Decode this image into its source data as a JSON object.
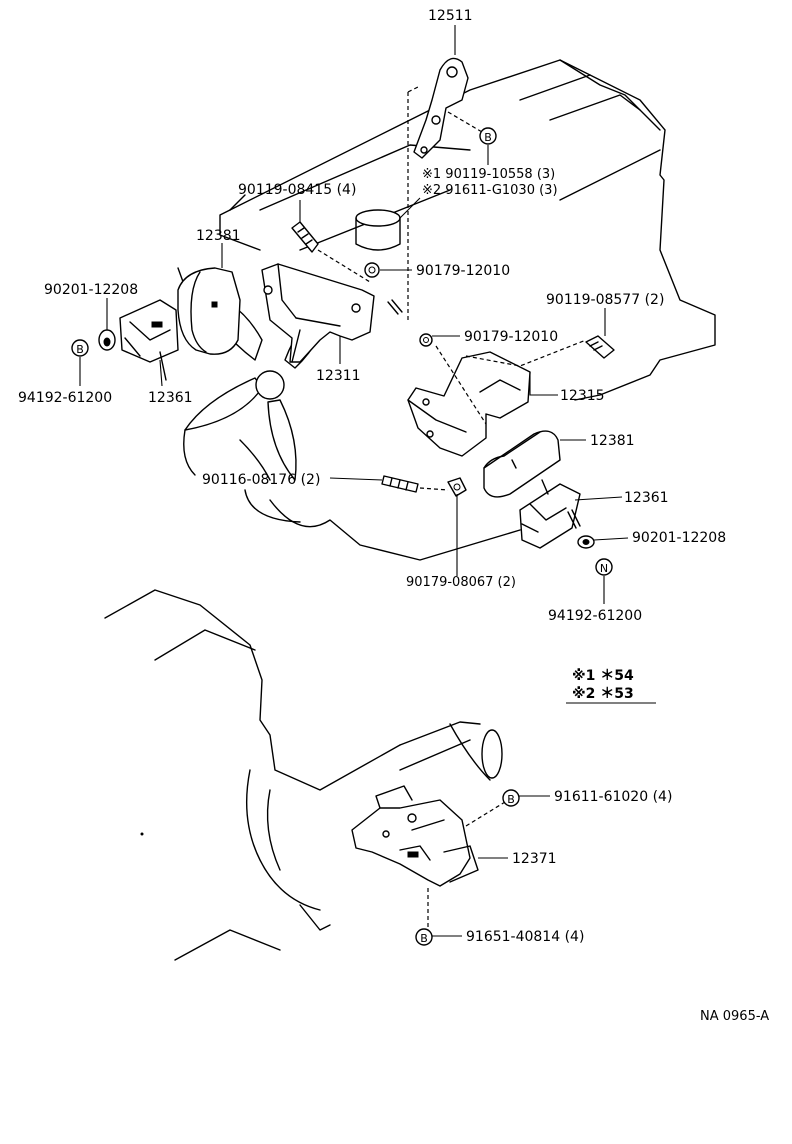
{
  "colors": {
    "ink": "#000000",
    "paper": "#ffffff"
  },
  "drawing_id": "NA 0965-A",
  "legend": {
    "row1": "※1 ＊54",
    "row2": "※2 ＊53"
  },
  "callouts": {
    "p12511": "12511",
    "p90119_10558": "※1 90119-10558 (3)",
    "p91611_G1030": "※2 91611-G1030 (3)",
    "p90119_08415": "90119-08415 (4)",
    "p12381_top": "12381",
    "p90201_12208_left": "90201-12208",
    "p90179_12010_top": "90179-12010",
    "p90119_08577": "90119-08577 (2)",
    "p90179_12010_mid": "90179-12010",
    "p12311": "12311",
    "p94192_61200_left": "94192-61200",
    "p12361_left": "12361",
    "p12315": "12315",
    "p12381_right": "12381",
    "p90116_08176": "90116-08176 (2)",
    "p12361_right": "12361",
    "p90201_12208_right": "90201-12208",
    "p90179_08067": "90179-08067 (2)",
    "p94192_61200_right": "94192-61200",
    "p91611_61020": "91611-61020 (4)",
    "p12371": "12371",
    "p91651_40814": "91651-40814 (4)"
  },
  "markers": {
    "b": "B",
    "n": "N"
  }
}
